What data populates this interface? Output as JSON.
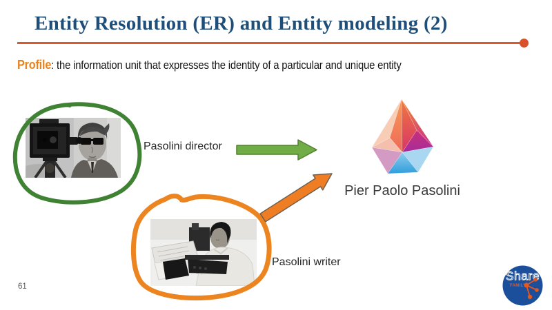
{
  "slide": {
    "title": "Entity Resolution (ER) and Entity modeling (2)",
    "page_number": "61"
  },
  "definition": {
    "term": "Profile",
    "text": ": the information unit that expresses the identity of a particular and unique entity"
  },
  "entities": [
    {
      "id": "director",
      "label": "Pasolini director",
      "photo_desc": "black-and-white photo of Pasolini behind a film camera wearing sunglasses",
      "annotation": "hand-drawn green circle around photo",
      "arrow": "green arrow pointing right to entity gem"
    },
    {
      "id": "writer",
      "label": "Pasolini writer",
      "photo_desc": "black-and-white photo of Pasolini typing at a typewriter",
      "annotation": "hand-drawn orange circle around photo",
      "arrow": "orange arrow pointing up-right to entity gem"
    }
  ],
  "resolved_entity": {
    "name": "Pier Paolo Pasolini"
  },
  "logo": {
    "name": "Share",
    "sub": "FAMILY"
  },
  "icons": {
    "resolved_entity": "gem-diamond-icon",
    "logo_network": "network-nodes-icon"
  },
  "colors": {
    "title_text": "#1F4E79",
    "accent_line": "#D95B2B",
    "profile_term": "#E8821F",
    "director_circle": "#3F8234",
    "director_arrow": "#70AD47",
    "writer_circle": "#EC8420",
    "writer_arrow": "#ED7D31",
    "entity_name_text": "#3A3A3A",
    "logo_blue": "#1B4F9C",
    "logo_orange": "#E8551E"
  }
}
